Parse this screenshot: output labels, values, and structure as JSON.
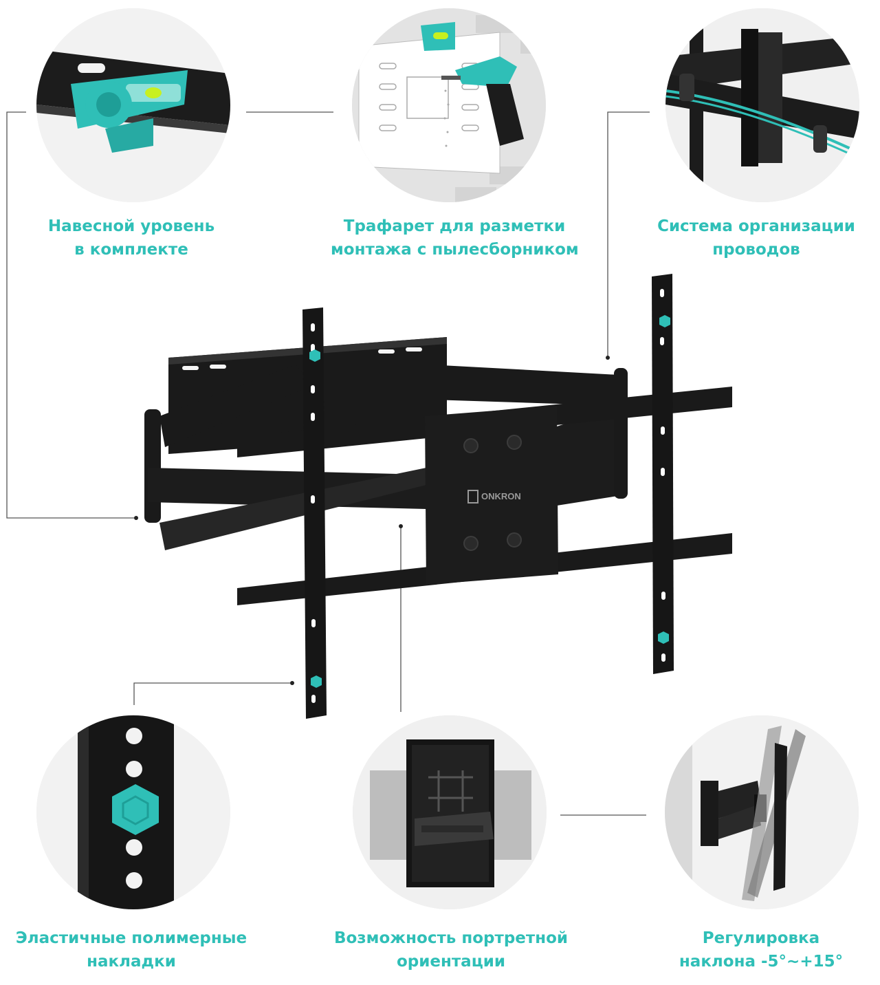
{
  "brand": "ONKRON",
  "colors": {
    "accent": "#2fbfb7",
    "metal": "#1a1a1a",
    "metal_highlight": "#333333",
    "line": "#555555"
  },
  "features": [
    {
      "line1": "Навесной уровень",
      "line2": "в комплекте",
      "icon": "bubble-level-icon"
    },
    {
      "line1": "Трафарет для разметки",
      "line2": "монтажа с пылесборником",
      "icon": "drilling-template-icon"
    },
    {
      "line1": "Система организации",
      "line2": "проводов",
      "icon": "cable-management-icon"
    },
    {
      "line1": "Эластичные полимерные",
      "line2": "накладки",
      "icon": "polymer-pad-icon"
    },
    {
      "line1": "Возможность портретной",
      "line2": "ориентации",
      "icon": "portrait-orientation-icon"
    },
    {
      "line1": "Регулировка",
      "line2": "наклона -5°~+15°",
      "icon": "tilt-adjustment-icon"
    }
  ]
}
